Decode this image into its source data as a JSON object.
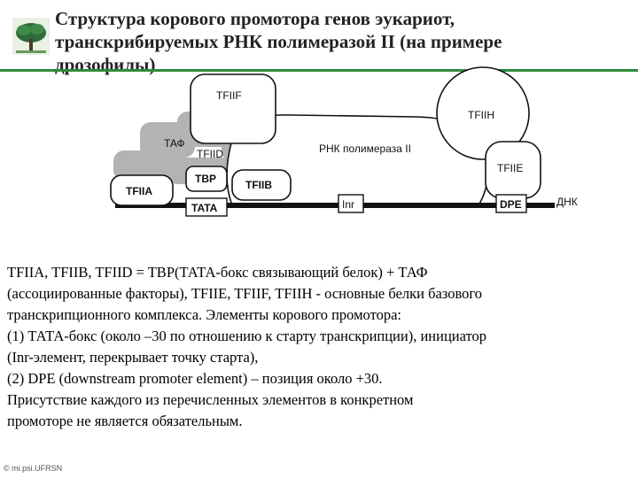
{
  "slide": {
    "title_lines": [
      "Структура корового промотора  генов эукариот,",
      "транскрибируемых РНК полимеразой II (на примере",
      "дрозофилы)"
    ],
    "accent_color": "#2e8b3a"
  },
  "diagram": {
    "labels": {
      "tfiif": "TFIIF",
      "tfiih": "TFIIH",
      "taf": "ТАФ",
      "tfiid": "TFIID",
      "rna_pol": "РНК полимераза  II",
      "tfiie": "TFIIE",
      "tfiia": "TFIIA",
      "tbp": "TBP",
      "tfiib": "TFIIB",
      "tata": "TATA",
      "inr": "Inr",
      "dpe": "DPE",
      "dna": "ДНК"
    },
    "colors": {
      "taf_gray": "#b3b3b3",
      "box_fill": "#ffffff",
      "dna_line": "#111111"
    }
  },
  "body_lines": [
    "TFIIA, TFIIB, TFIID = TBP(ТАТА-бокс связывающий белок) + ТАФ",
    "(ассоциированные факторы), TFIIE, TFIIF, TFIIH - основные белки базового",
    "транскрипционного комплекса. Элементы корового промотора:",
    "(1) ТАТА-бокс (около –30 по отношению к старту транскрипции), инициатор",
    "(Inr-элемент, перекрывает точку старта),",
    "(2) DPE (downstream promoter element) – позиция около +30.",
    "Присутствие каждого из перечисленных элементов в конкретном",
    "промоторе не является обязательным."
  ],
  "footer": "© mi.psi.UFRSN"
}
